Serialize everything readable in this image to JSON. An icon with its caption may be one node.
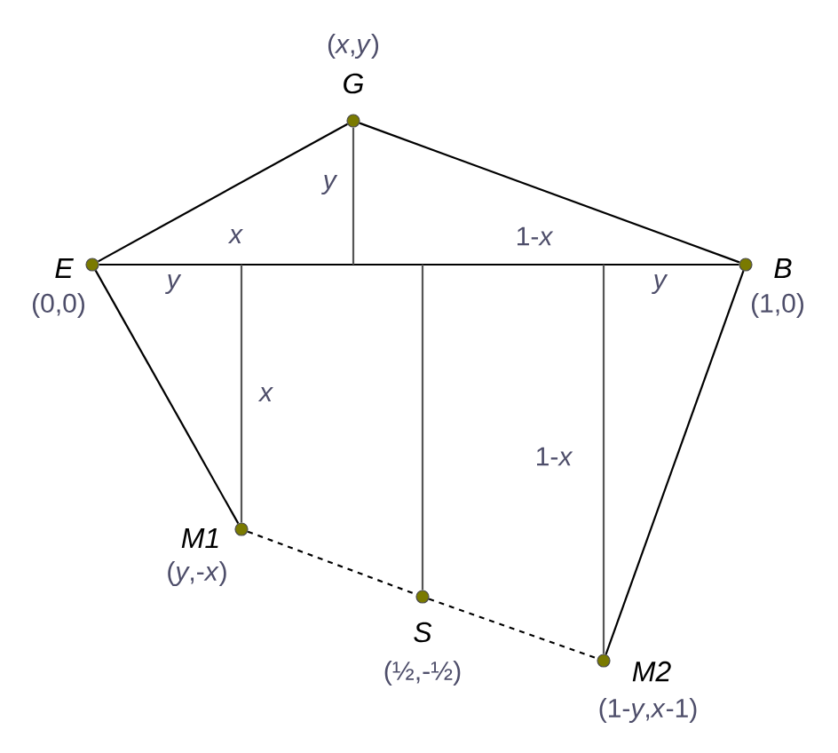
{
  "diagram": {
    "nodes": [
      {
        "text": [
          "G"
        ],
        "beside": [
          "(*x*,*y*)"
        ]
      },
      {
        "text": [
          "E"
        ],
        "beside": [
          "(0,0)"
        ]
      },
      {
        "text": [
          "B"
        ],
        "beside": [
          "(1,0)"
        ]
      },
      {
        "text": [
          "M1"
        ],
        "beside": [
          "(*y*,-*x*)"
        ]
      },
      {
        "text": [
          "S"
        ],
        "beside": [
          "(½,-½)"
        ]
      },
      {
        "text": [
          "M2"
        ],
        "beside": [
          "(1-*y*,*x*-1)"
        ]
      }
    ],
    "edges": [
      {
        "from": 0,
        "to": 1,
        "arrow": "none"
      },
      {
        "from": 0,
        "to": 2,
        "arrow": "none"
      },
      {
        "from": 1,
        "to": 2,
        "arrow": "none"
      },
      {
        "from": 1,
        "to": 3,
        "arrow": "none"
      },
      {
        "from": 2,
        "to": 5,
        "arrow": "none"
      },
      {
        "from": 3,
        "to": 4,
        "arrow": "none",
        "style": "dashed"
      },
      {
        "from": 4,
        "to": 5,
        "arrow": "none",
        "style": "dashed"
      },
      {
        "from": null,
        "to": 0,
        "arrow": "none",
        "label": "*y*",
        "color": "#555555"
      },
      {
        "from": null,
        "to": 3,
        "arrow": "none",
        "label": "*x*",
        "color": "#555555"
      },
      {
        "from": null,
        "to": 4,
        "arrow": "none",
        "color": "#555555"
      },
      {
        "from": null,
        "to": 5,
        "arrow": "none",
        "label": "1-*x*",
        "color": "#555555"
      }
    ],
    "labels": [
      "*x*",
      "1-*x*",
      "*y*",
      "*y*"
    ]
  }
}
